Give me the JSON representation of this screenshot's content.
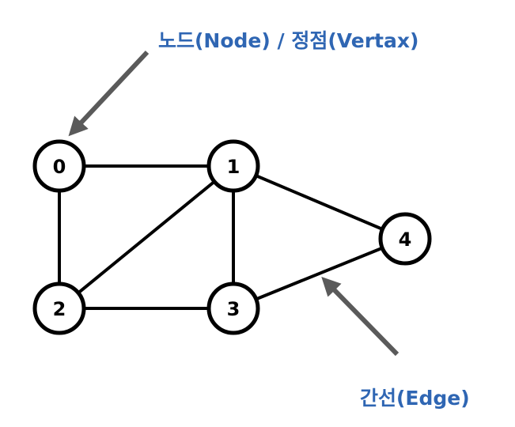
{
  "colors": {
    "label": "#2f66b3",
    "arrow": "#5a5a5a",
    "line": "#000000"
  },
  "node_annotation": {
    "text": "노드(Node) / 정점(Vertax)",
    "icon": "arrow-icon"
  },
  "edge_annotation": {
    "text": "간선(Edge)",
    "icon": "arrow-icon"
  },
  "nodes": [
    {
      "id": "0",
      "label": "0"
    },
    {
      "id": "1",
      "label": "1"
    },
    {
      "id": "2",
      "label": "2"
    },
    {
      "id": "3",
      "label": "3"
    },
    {
      "id": "4",
      "label": "4"
    }
  ],
  "edges": [
    {
      "from": "0",
      "to": "1"
    },
    {
      "from": "0",
      "to": "2"
    },
    {
      "from": "1",
      "to": "2"
    },
    {
      "from": "1",
      "to": "3"
    },
    {
      "from": "1",
      "to": "4"
    },
    {
      "from": "2",
      "to": "3"
    },
    {
      "from": "3",
      "to": "4"
    }
  ]
}
